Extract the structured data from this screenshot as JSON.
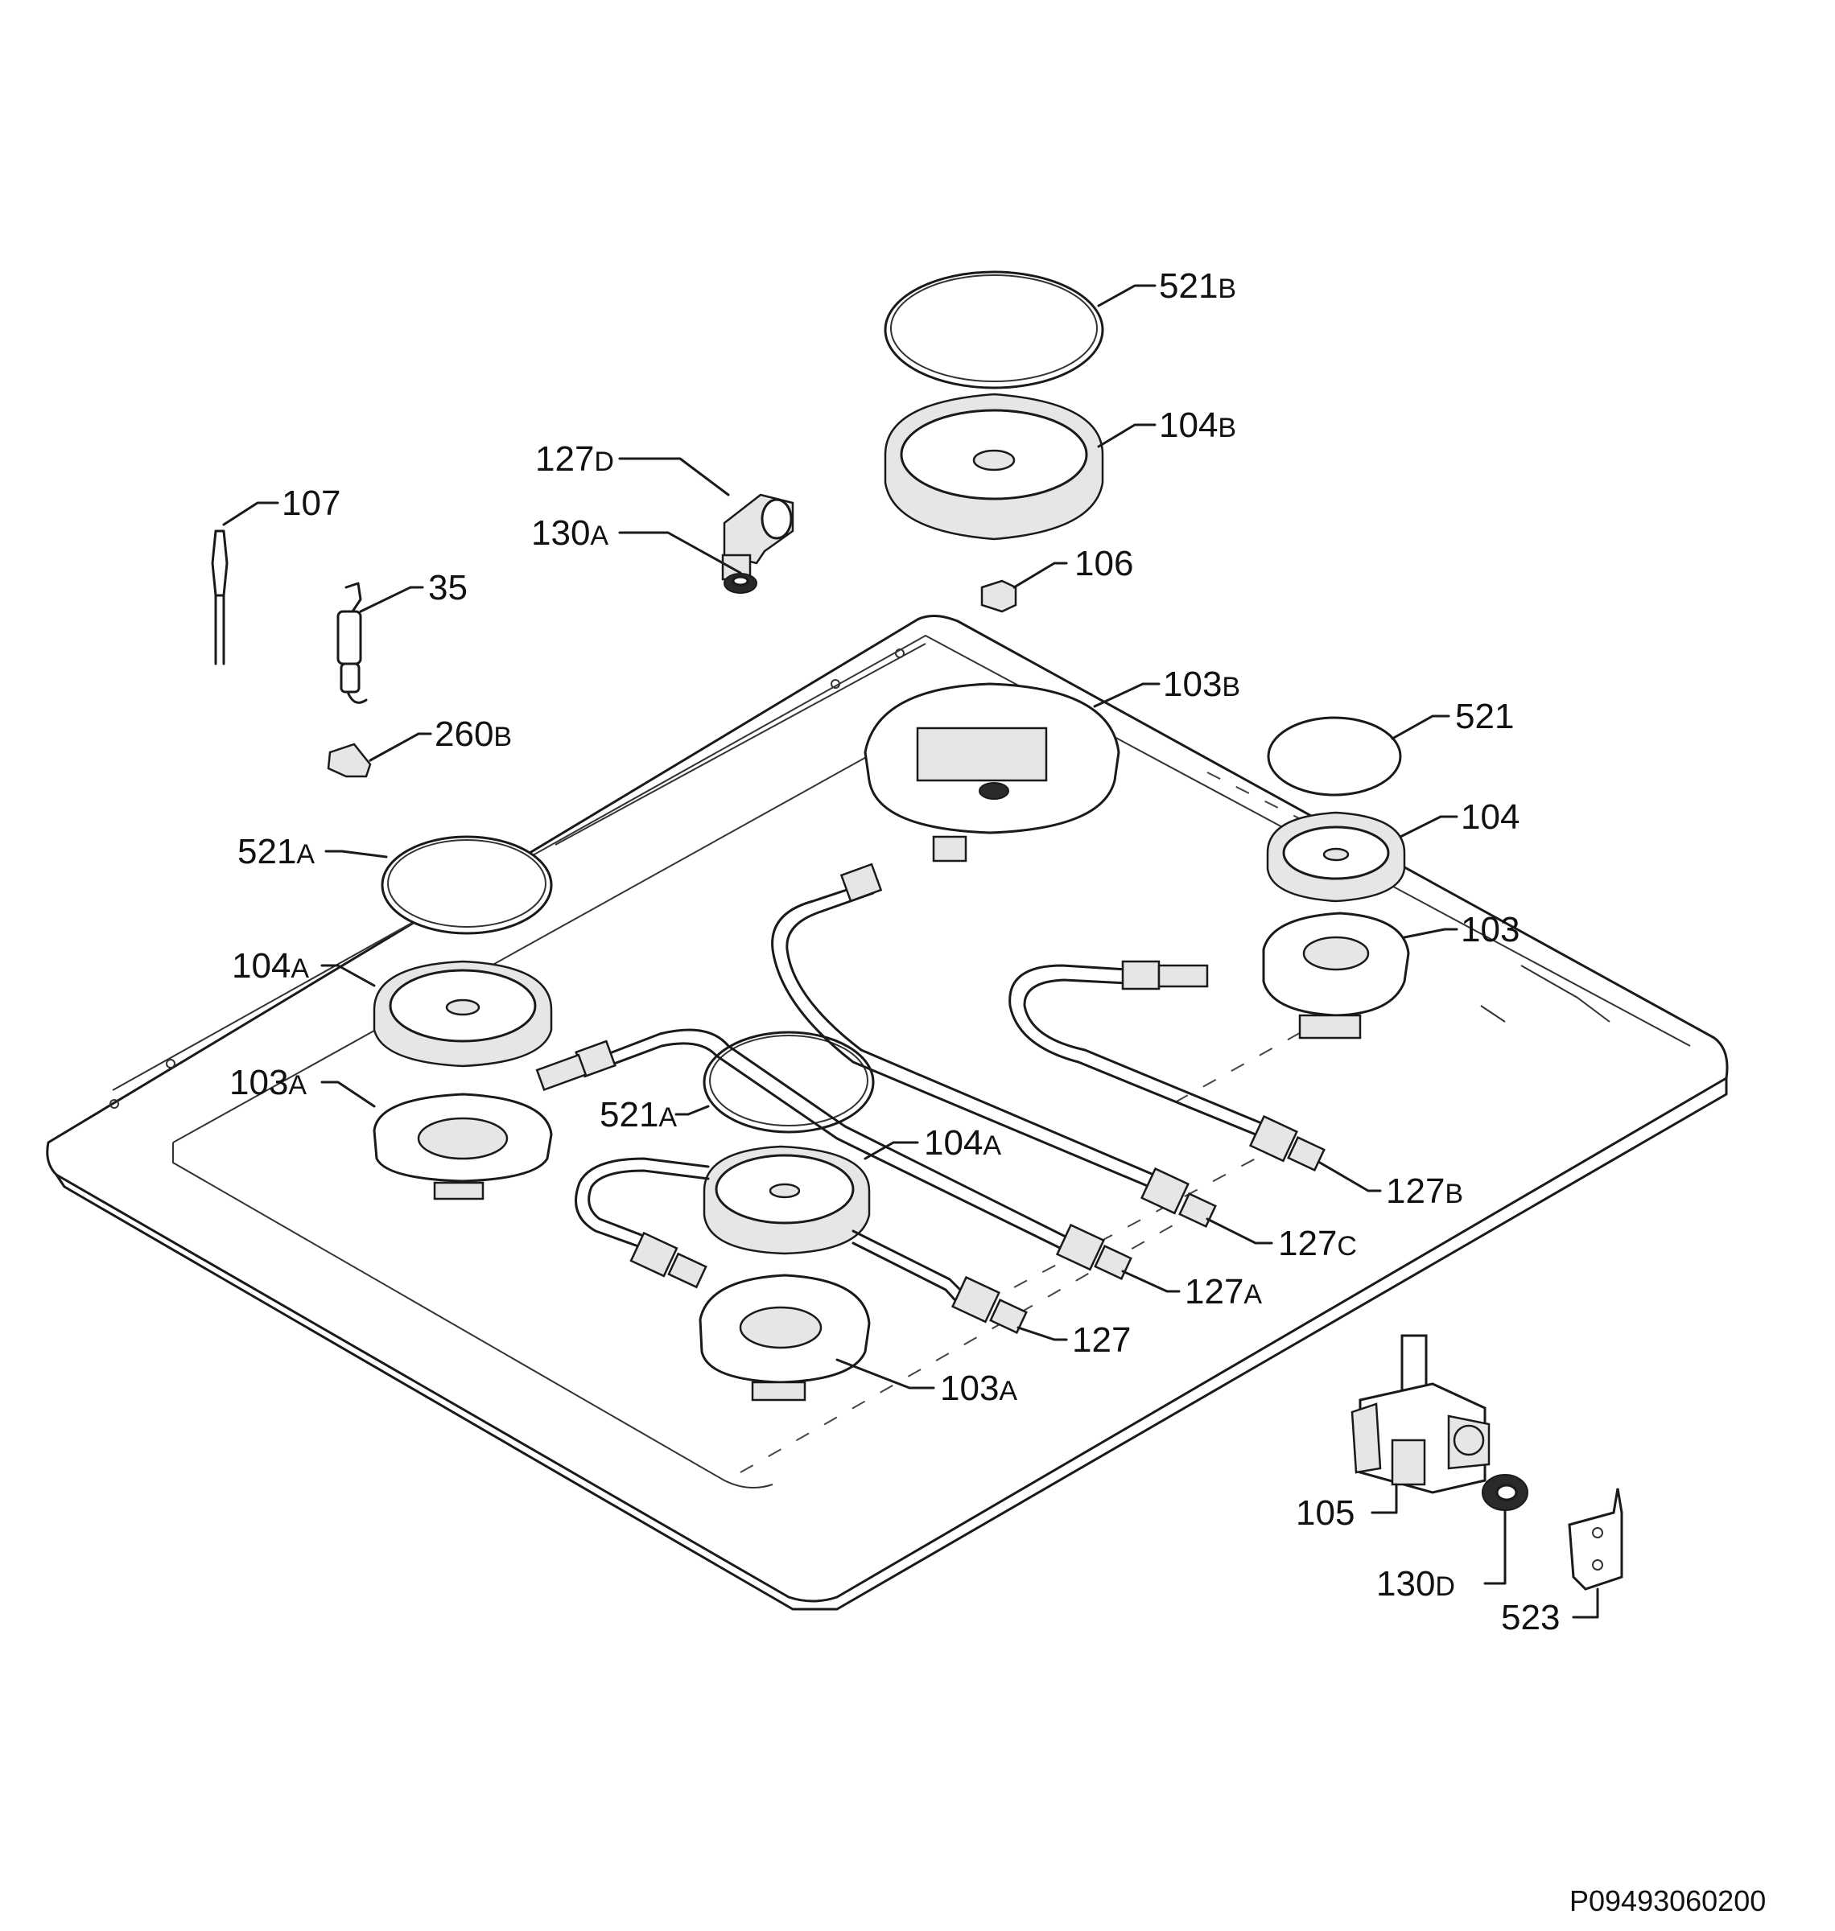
{
  "reference_code": "P09493060200",
  "callouts": [
    {
      "id": "c521b",
      "main": "521",
      "suffix": "B"
    },
    {
      "id": "c104b",
      "main": "104",
      "suffix": "B"
    },
    {
      "id": "c127d",
      "main": "127",
      "suffix": "D"
    },
    {
      "id": "c130a",
      "main": "130",
      "suffix": "A"
    },
    {
      "id": "c107",
      "main": "107",
      "suffix": ""
    },
    {
      "id": "c106",
      "main": "106",
      "suffix": ""
    },
    {
      "id": "c35",
      "main": "35",
      "suffix": ""
    },
    {
      "id": "c103b",
      "main": "103",
      "suffix": "B"
    },
    {
      "id": "c260b",
      "main": "260",
      "suffix": "B"
    },
    {
      "id": "c521",
      "main": "521",
      "suffix": ""
    },
    {
      "id": "c104",
      "main": "104",
      "suffix": ""
    },
    {
      "id": "c521a1",
      "main": "521",
      "suffix": "A"
    },
    {
      "id": "c103",
      "main": "103",
      "suffix": ""
    },
    {
      "id": "c104a1",
      "main": "104",
      "suffix": "A"
    },
    {
      "id": "c103a1",
      "main": "103",
      "suffix": "A"
    },
    {
      "id": "c521a2",
      "main": "521",
      "suffix": "A"
    },
    {
      "id": "c104a2",
      "main": "104",
      "suffix": "A"
    },
    {
      "id": "c127b",
      "main": "127",
      "suffix": "B"
    },
    {
      "id": "c127c",
      "main": "127",
      "suffix": "C"
    },
    {
      "id": "c127a",
      "main": "127",
      "suffix": "A"
    },
    {
      "id": "c127",
      "main": "127",
      "suffix": ""
    },
    {
      "id": "c103a2",
      "main": "103",
      "suffix": "A"
    },
    {
      "id": "c105",
      "main": "105",
      "suffix": ""
    },
    {
      "id": "c130d",
      "main": "130",
      "suffix": "D"
    },
    {
      "id": "c523",
      "main": "523",
      "suffix": ""
    }
  ]
}
